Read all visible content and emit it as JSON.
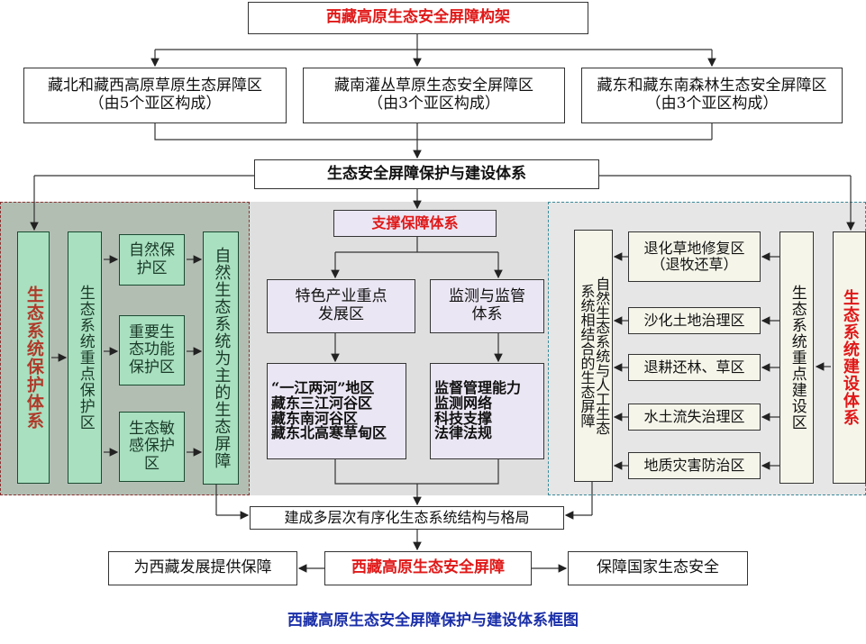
{
  "title": "西藏高原生态安全屏障构架",
  "zones": [
    {
      "name": "藏北和藏西高原草原生态屏障区",
      "note": "（由5个亚区构成）"
    },
    {
      "name": "藏南灌丛草原生态安全屏障区",
      "note": "（由3个亚区构成）"
    },
    {
      "name": "藏东和藏东南森林生态安全屏障区",
      "note": "（由3个亚区构成）"
    }
  ],
  "system": "生态安全屏障保护与建设体系",
  "left": {
    "main": "生态系统保护体系",
    "key": "生态系统重点保护区",
    "areas": [
      "自然保护区",
      "重要生态功能保护区",
      "生态敏感保护区"
    ],
    "result": "自然生态系统为主的生态屏障"
  },
  "middle": {
    "main": "支撑保障体系",
    "branches": [
      "特色产业重点发展区",
      "监测与监管体系"
    ],
    "details": [
      [
        "“一江两河”地区",
        "藏东三江河谷区",
        "藏东南河谷区",
        "藏东北高寒草甸区"
      ],
      [
        "监督管理能力",
        "监测网络",
        "科技支撑",
        "法律法规"
      ]
    ]
  },
  "right": {
    "main": "生态系统建设体系",
    "key": "生态系统重点建设区",
    "areas": [
      "退化草地修复区（退牧还草）",
      "沙化土地治理区",
      "退耕还林、草区",
      "水土流失治理区",
      "地质灾害防治区"
    ],
    "result": "自然生态系统与人工生态系统相结合的生态屏障"
  },
  "outcome": "建成多层次有序化生态系统结构与格局",
  "bottom": {
    "left": "为西藏发展提供保障",
    "center": "西藏高原生态安全屏障",
    "right": "保障国家生态安全"
  },
  "caption": "西藏高原生态安全屏障保护与建设体系框图"
}
